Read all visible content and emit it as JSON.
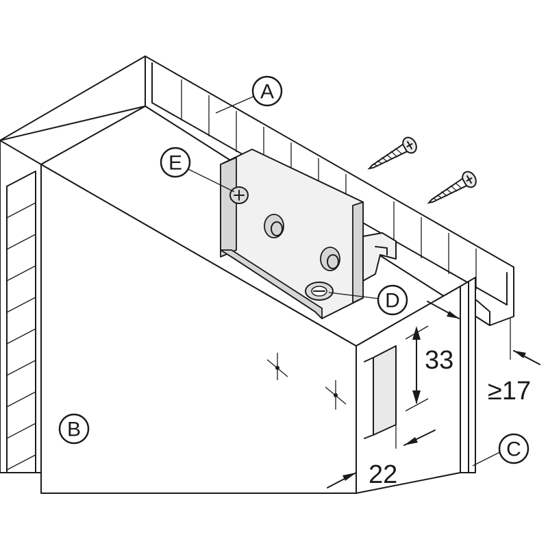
{
  "callouts": {
    "A": "A",
    "B": "B",
    "C": "C",
    "D": "D",
    "E": "E"
  },
  "dimensions": {
    "depth": "33",
    "width": "22",
    "gap": "≥17"
  }
}
